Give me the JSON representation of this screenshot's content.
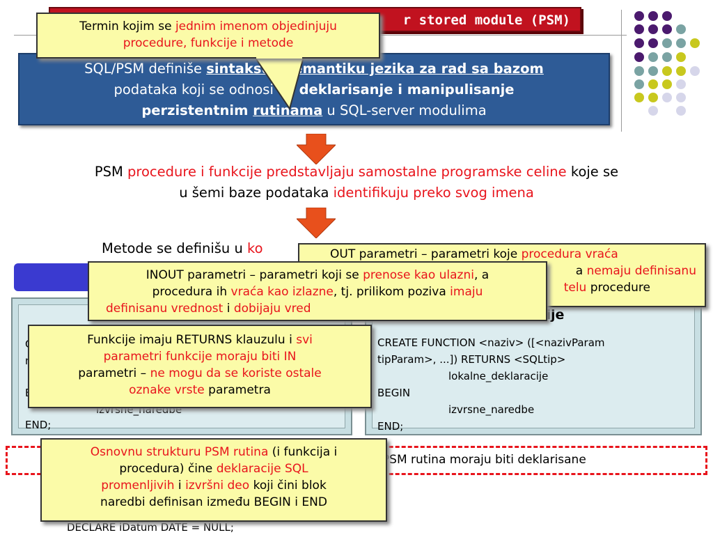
{
  "title": {
    "visible_text": "r stored module (PSM)"
  },
  "definition": {
    "line1_pre": "SQL/PSM definiše ",
    "line1_link": "sintaksu i semantiku jezika za rad sa bazom",
    "line2_pre": "podataka koji se odnosi na ",
    "line2_bold": "deklarisanje i manipulisanje",
    "line3_bold": "perzistentnim ",
    "line3_link": "rutinama",
    "line3_post": " u SQL-server modulima"
  },
  "para1": {
    "p1": "PSM ",
    "p2": "procedure i funkcije predstavljaju samostalne programske celine",
    "p3": " koje se",
    "p4": "u šemi baze podataka ",
    "p5": "identifikuju preko svog imena"
  },
  "para2": {
    "pre": "Metode se definišu u ",
    "red": "ko"
  },
  "functions_panel": {
    "title": "Funkcije",
    "line1": "CREATE FUNCTION <naziv> ([<nazivParam",
    "line2": "tipParam>, ...]) RETURNS <SQLtip>",
    "line3": "lokalne_deklaracije",
    "line4": "BEGIN",
    "line5": "izvrsne_naredbe",
    "line6": "END;"
  },
  "procedures_panel": {
    "frag1": "C",
    "frag2": "n",
    "frag3": "B",
    "line_exec": "izvrsne_naredbe",
    "line_end": "END;"
  },
  "dashed_note": {
    "text": "lu PSM rutina moraju biti deklarisane"
  },
  "bottom_code": {
    "text": "DECLARE          iDatum        DATE = NULL;"
  },
  "callouts": {
    "termin": {
      "pre": "Termin kojim se ",
      "red1": "jednim imenom objedinjuju",
      "red2": "procedure, funkcije i metode"
    },
    "out": {
      "pre": "OUT parametri – parametri koje ",
      "red1": "procedura vraća",
      "mid": "a ",
      "red2": "nemaju definisanu",
      "end_red": "telu",
      "end": " procedure"
    },
    "inout": {
      "pre": "INOUT parametri – parametri koji se ",
      "red1": "prenose kao ulazni",
      "mid1": ", a",
      "mid2": "procedura ih ",
      "red2": "vraća kao izlazne",
      "mid3": ", tj. prilikom poziva ",
      "red3": "imaju",
      "red4": "definisanu vrednost",
      "mid4": " i ",
      "red5": "dobijaju vred"
    },
    "functions": {
      "pre": "Funkcije imaju RETURNS klauzulu i ",
      "red1": "svi",
      "red2": "parametri funkcije moraju biti IN",
      "mid": "parametri – ",
      "red3": "ne mogu da se koriste ostale",
      "red4": "oznake vrste",
      "post": " parametra"
    },
    "basic": {
      "red1": "Osnovnu strukturu PSM rutina",
      "mid1": " (i funkcija i",
      "mid2": "procedura) čine ",
      "red2": "deklaracije SQL",
      "red3": "promenljivih",
      "mid3": " i ",
      "red4": "izvršni deo",
      "mid4": " koji čini blok",
      "line4": "naredbi definisan između BEGIN i END"
    }
  },
  "colors": {
    "title_bar": "#c1121f",
    "definition_box": "#2e5b96",
    "callout": "#fbfba8",
    "accent_red": "#e8141c",
    "arrow": "#e8501c",
    "dot_purple": "#4b1a6e",
    "dot_teal": "#7aa3a3",
    "dot_olive": "#c8c81e",
    "dot_lavender": "#d6d6ea"
  }
}
